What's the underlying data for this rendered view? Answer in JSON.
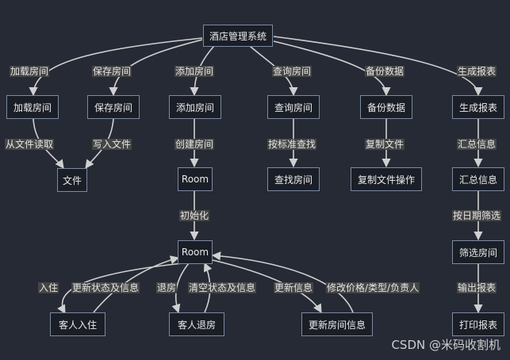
{
  "nodes": {
    "root": "酒店管理系统",
    "load": "加载房间",
    "save": "保存房间",
    "add": "添加房间",
    "query": "查询房间",
    "backup": "备份数据",
    "report": "生成报表",
    "file": "文件",
    "room1": "Room",
    "find": "查找房间",
    "copyop": "复制文件操作",
    "summary": "汇总信息",
    "room2": "Room",
    "filter": "筛选房间",
    "checkin": "客人入住",
    "checkout": "客人退房",
    "update": "更新房间信息",
    "print": "打印报表"
  },
  "edge_labels": {
    "root_load": "加载房间",
    "root_save": "保存房间",
    "root_add": "添加房间",
    "root_query": "查询房间",
    "root_backup": "备份数据",
    "root_report": "生成报表",
    "load_file": "从文件读取",
    "save_file": "写入文件",
    "add_room1": "创建房间",
    "query_find": "按标准查找",
    "backup_copy": "复制文件",
    "report_summary": "汇总信息",
    "room1_room2": "初始化",
    "summary_filter": "按日期筛选",
    "filter_print": "输出报表",
    "room2_checkin": "入住",
    "checkin_room2": "更新状态及信息",
    "room2_checkout": "退房",
    "checkout_room2": "清空状态及信息",
    "room2_update": "更新信息",
    "update_room2": "修改价格/类型/负责人"
  },
  "watermark": "CSDN @米码收割机",
  "colors": {
    "background": "#262a35",
    "edge": "#d0d0d0",
    "node_border": "#7d8aa0"
  }
}
